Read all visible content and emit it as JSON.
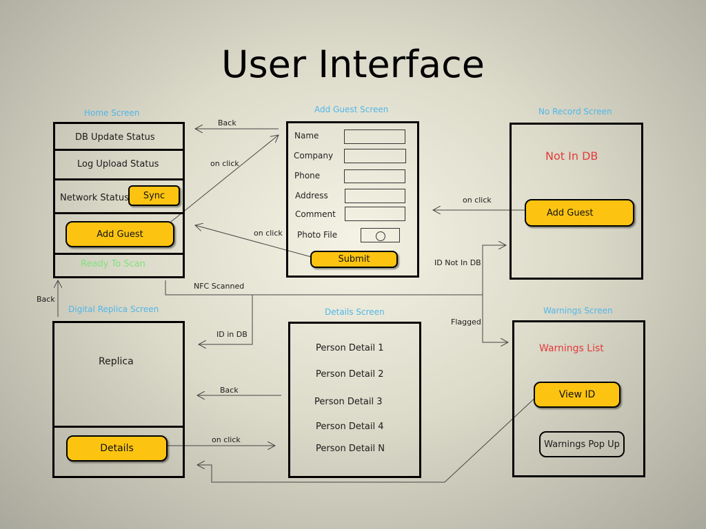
{
  "title": "User Interface",
  "colors": {
    "caption": "#4fb7ea",
    "button": "#fcc411",
    "alert": "#e23b3b",
    "ready": "#7ee27e"
  },
  "home": {
    "caption": "Home Screen",
    "db_update_status": "DB Update Status",
    "log_upload_status": "Log Upload Status",
    "network_status": "Network Status",
    "sync_button": "Sync",
    "add_guest_button": "Add Guest",
    "ready_to_scan": "Ready To Scan"
  },
  "add_guest": {
    "caption": "Add Guest Screen",
    "fields": [
      "Name",
      "Company",
      "Phone",
      "Address",
      "Comment"
    ],
    "photo_file": "Photo File",
    "submit_button": "Submit"
  },
  "no_record": {
    "caption": "No Record Screen",
    "message": "Not In DB",
    "add_guest_button": "Add Guest"
  },
  "replica": {
    "caption": "Digital Replica Screen",
    "replica_label": "Replica",
    "details_button": "Details"
  },
  "details": {
    "caption": "Details Screen",
    "items": [
      "Person Detail 1",
      "Person Detail 2",
      "Person Detail 3",
      "Person Detail 4",
      "Person Detail N"
    ]
  },
  "warnings": {
    "caption": "Warnings Screen",
    "list_label": "Warnings List",
    "view_id_button": "View ID",
    "popup": "Warnings Pop Up"
  },
  "arrows": {
    "back_top": "Back",
    "on_click_add": "on click",
    "on_click_submit": "on click",
    "on_click_no_record": "on click",
    "id_not_in_db": "ID Not In DB",
    "nfc_scanned": "NFC Scanned",
    "back_left": "Back",
    "id_in_db": "ID in DB",
    "flagged": "Flagged",
    "back_details": "Back",
    "on_click_details": "on click"
  }
}
